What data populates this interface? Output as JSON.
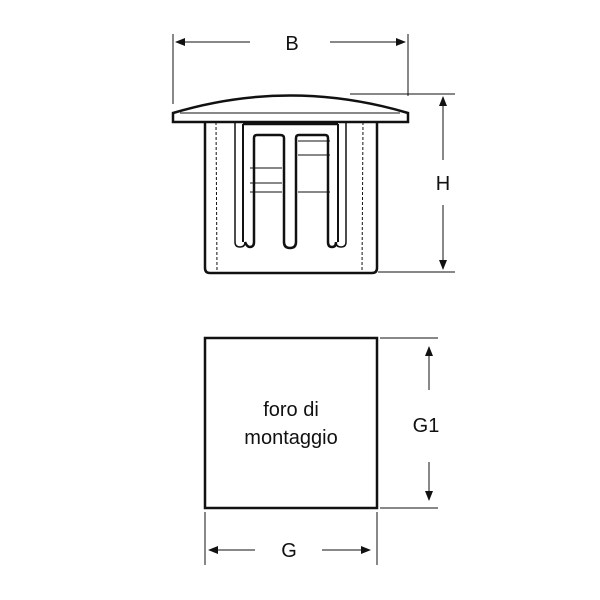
{
  "labels": {
    "B": "B",
    "H": "H",
    "G1": "G1",
    "G": "G"
  },
  "hole_label": {
    "line1": "foro di",
    "line2": "montaggio"
  },
  "colors": {
    "stroke": "#111111",
    "background": "#ffffff"
  }
}
